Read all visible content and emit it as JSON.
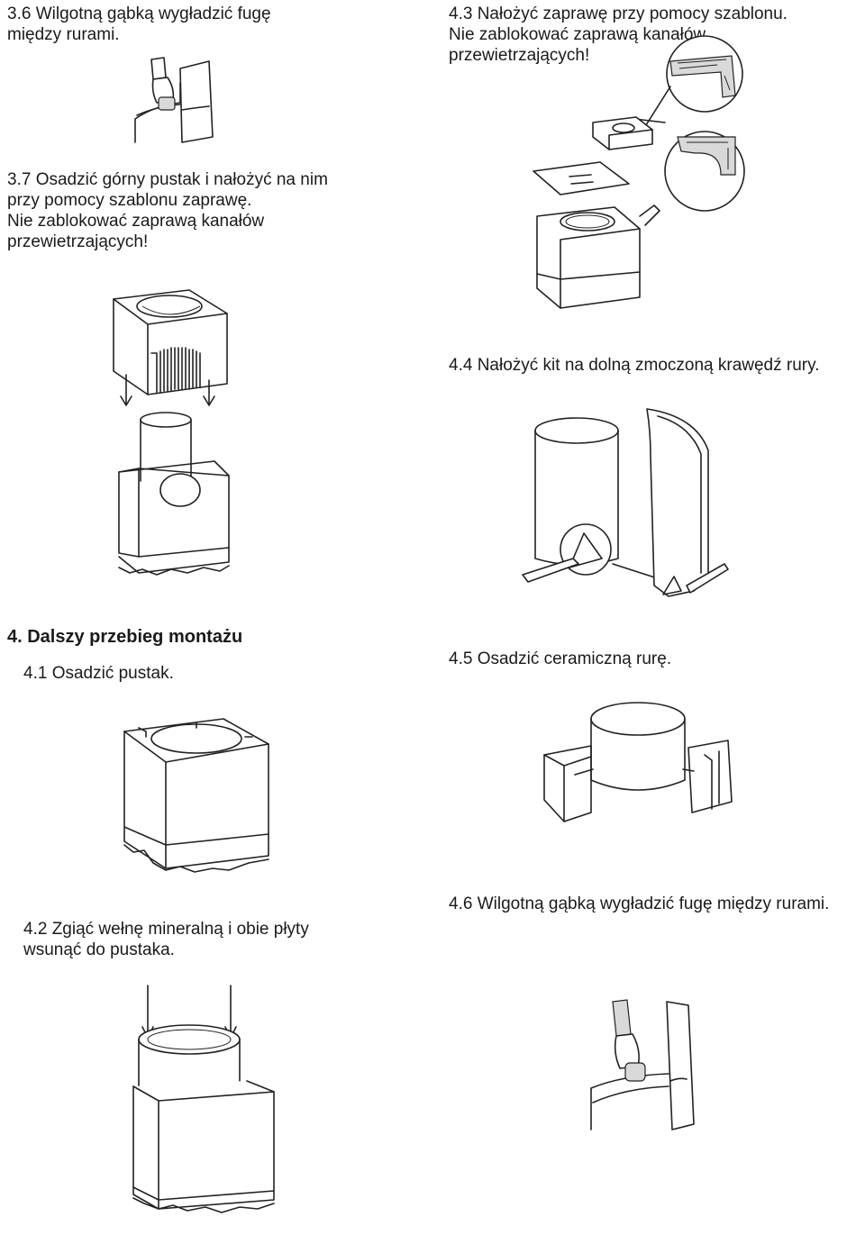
{
  "steps": {
    "s3_6": {
      "lines": [
        "3.6 Wilgotną gąbką wygładzić fugę",
        "między rurami."
      ]
    },
    "s3_7": {
      "lines": [
        "3.7 Osadzić górny pustak i nałożyć na nim",
        "przy pomocy szablonu zaprawę.",
        "Nie zablokować zaprawą kanałów",
        "przewietrzających!"
      ]
    },
    "s4_3": {
      "lines": [
        "4.3 Nałożyć zaprawę przy pomocy szablonu.",
        "Nie zablokować zaprawą kanałów",
        "przewietrzających!"
      ]
    },
    "s4_4": {
      "lines": [
        "4.4 Nałożyć kit na dolną zmoczoną krawędź rury."
      ]
    },
    "s4": {
      "heading": "4. Dalszy przebieg montażu"
    },
    "s4_1": {
      "lines": [
        "4.1 Osadzić pustak."
      ]
    },
    "s4_5": {
      "lines": [
        "4.5 Osadzić ceramiczną rurę."
      ]
    },
    "s4_2": {
      "lines": [
        "4.2 Zgiąć wełnę mineralną i obie płyty",
        "wsunąć do pustaka."
      ]
    },
    "s4_6": {
      "lines": [
        "4.6 Wilgotną gąbką wygładzić fugę między rurami."
      ]
    }
  },
  "illustrations": [
    "hand-sponge-joint-illustration",
    "template-mortar-illustration",
    "upper-block-placement-illustration",
    "pipe-putty-illustration",
    "chimney-block-illustration",
    "ceramic-pipe-illustration",
    "mineral-wool-insertion-illustration",
    "hand-sponge-pipe-joint-illustration"
  ]
}
